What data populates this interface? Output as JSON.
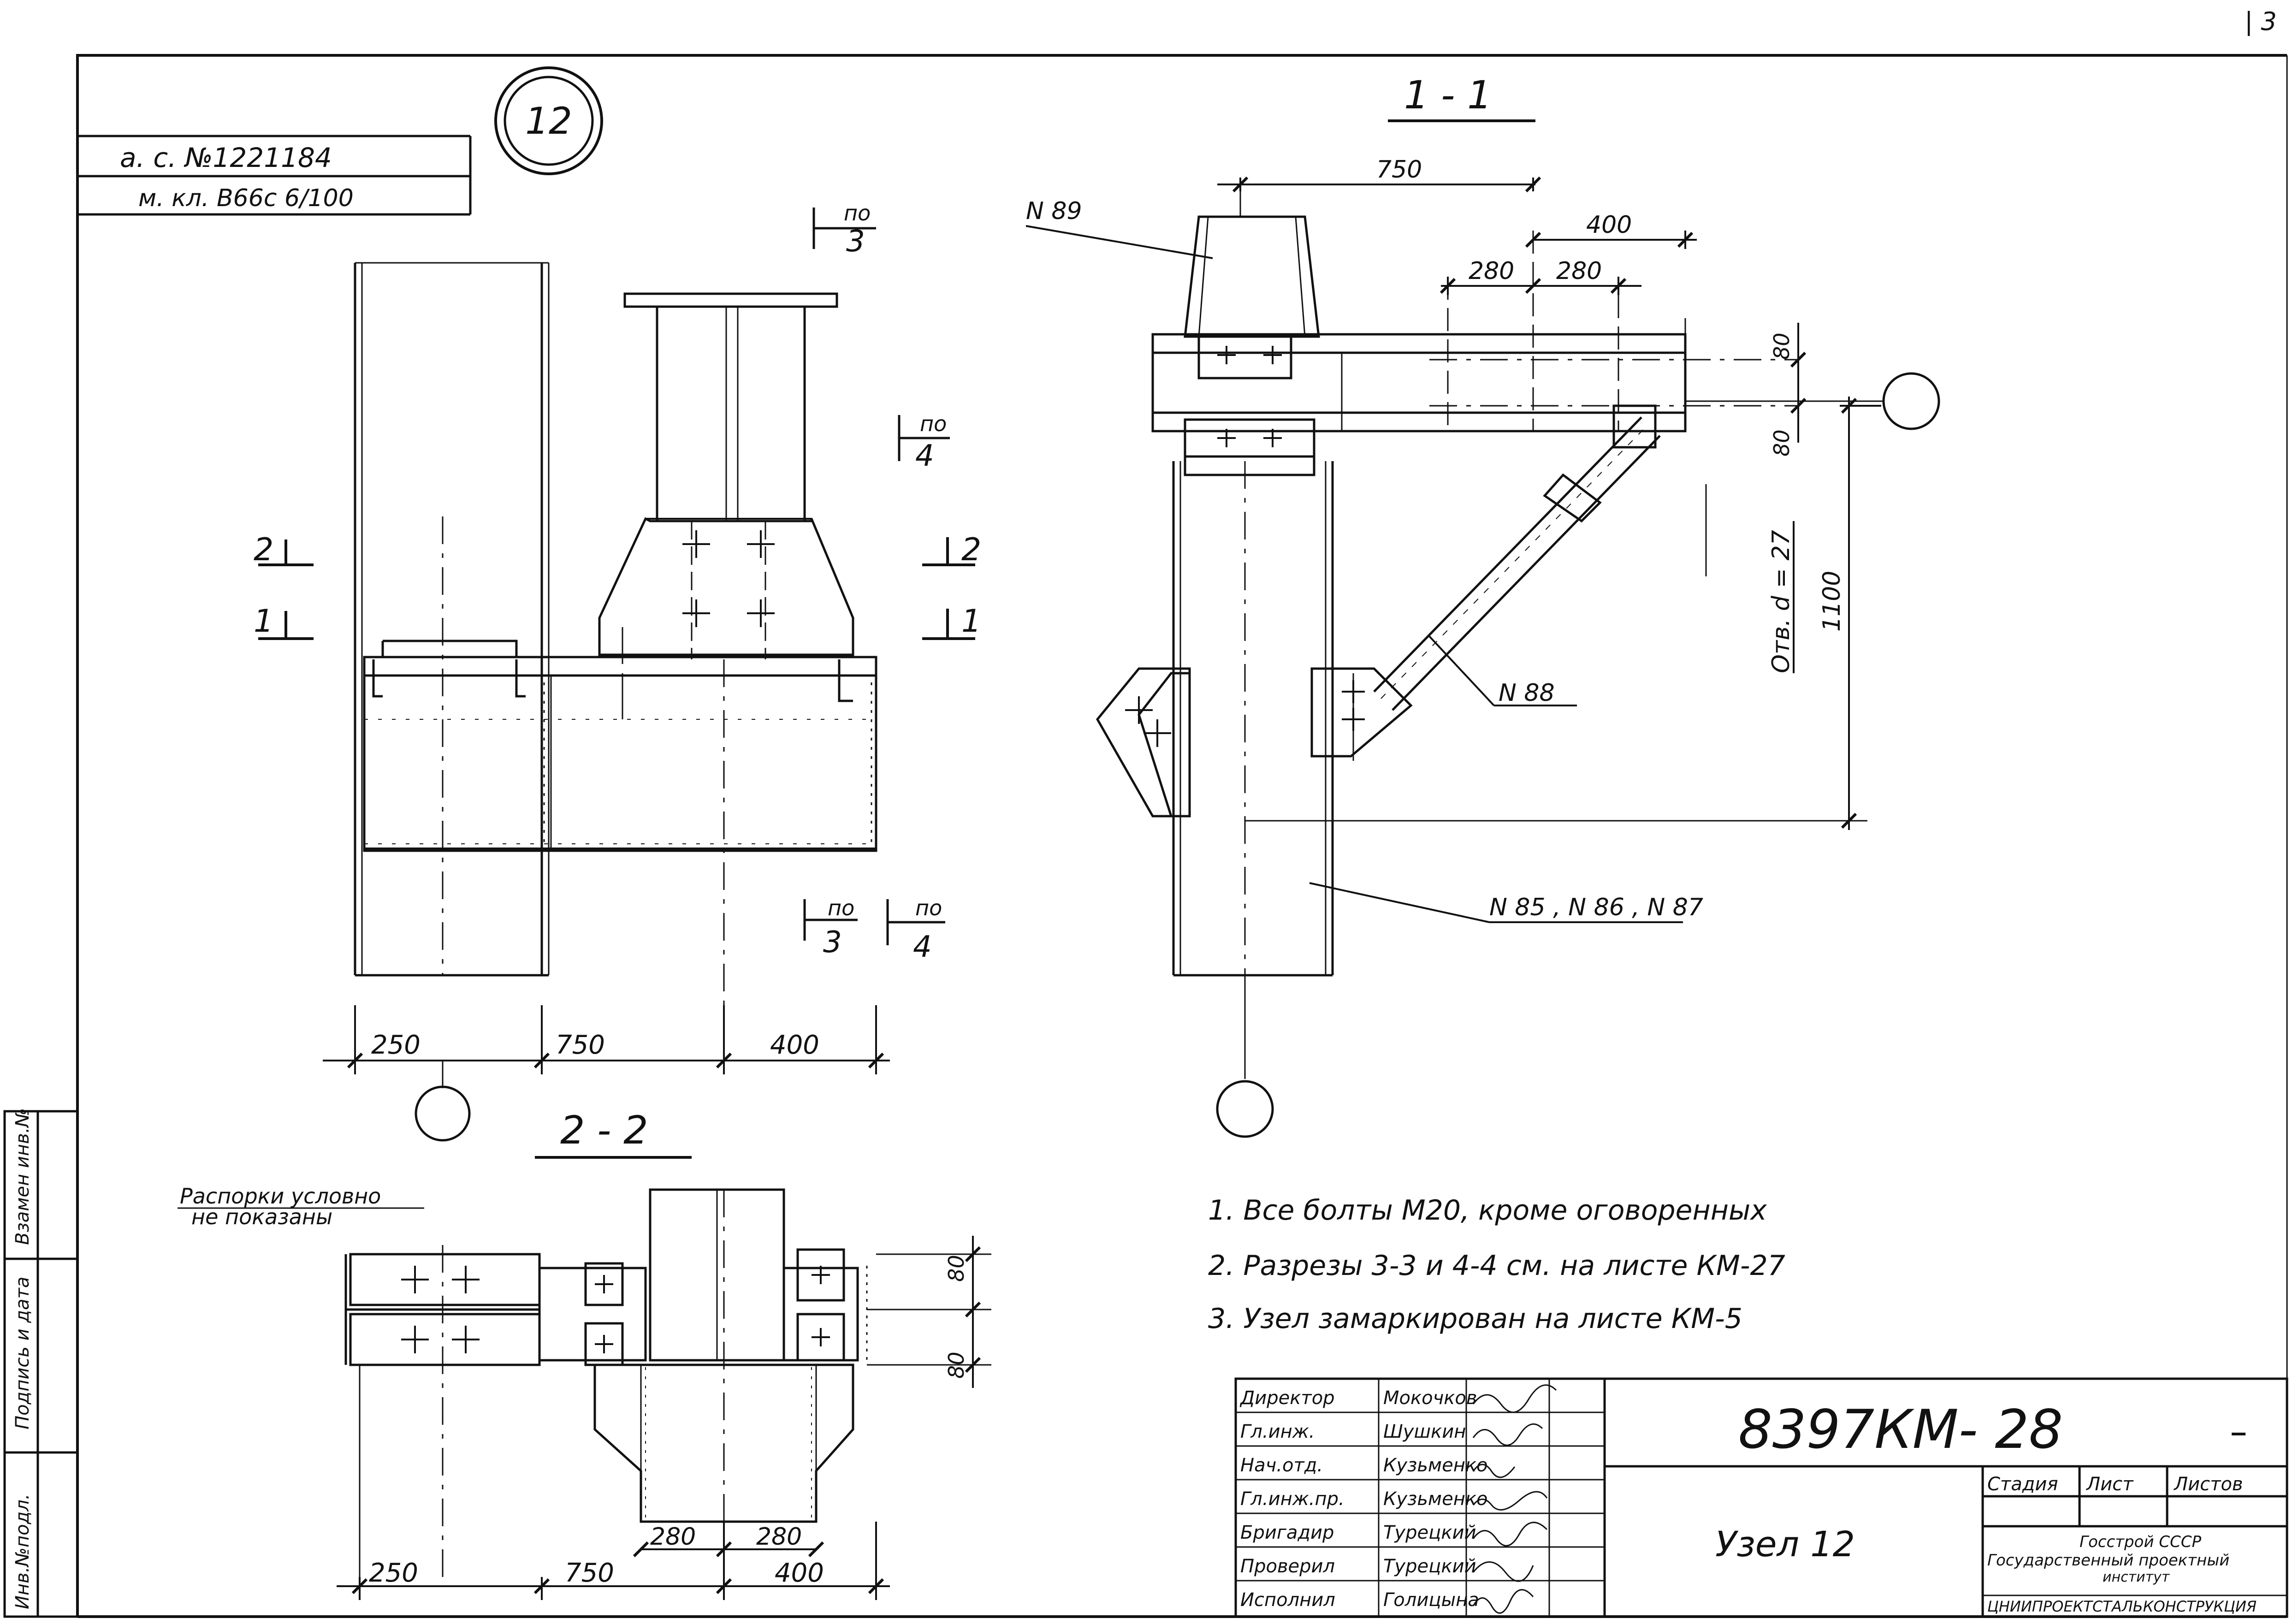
{
  "sheet": {
    "corner_mark": "| 3",
    "node_number": "12",
    "ref_lines": [
      "а. с. №1221184",
      "м. кл. В66с 6/100"
    ],
    "side_stamp": [
      "Инв.№подл.",
      "Подпись и дата",
      "Взамен инв.№"
    ]
  },
  "views": {
    "section_1_1": "1 - 1",
    "section_2_2": "2 - 2",
    "cut_markers": [
      {
        "num": "2",
        "side": "left"
      },
      {
        "num": "1",
        "side": "left"
      },
      {
        "num": "2",
        "side": "right"
      },
      {
        "num": "1",
        "side": "right"
      }
    ],
    "refs": [
      {
        "top": "по",
        "bottom": "3"
      },
      {
        "top": "по",
        "bottom": "4"
      },
      {
        "top": "по",
        "bottom": "3"
      },
      {
        "top": "по",
        "bottom": "4"
      }
    ]
  },
  "dimensions": {
    "elevation_bottom": [
      "250",
      "750",
      "400"
    ],
    "section_top": [
      "750",
      "400",
      "280",
      "280"
    ],
    "section_side": [
      "80",
      "80",
      "1100"
    ],
    "plan_side": [
      "80",
      "80"
    ],
    "plan_bottom": [
      "250",
      "750",
      "400",
      "280",
      "280"
    ]
  },
  "labels": {
    "n89": "N 89",
    "n88": "N 88",
    "n85_87": "N 85 , N 86 , N 87",
    "hole": "Отв. d = 27",
    "braces_note": [
      "Распорки условно",
      "не показаны"
    ]
  },
  "notes": [
    "1.  Все болты М20, кроме оговоренных",
    "2.  Разрезы 3-3 и 4-4  см. на  листе  КМ-27",
    "3.  Узел  замаркирован на листе КМ-5"
  ],
  "title_block": {
    "doc_number": "8397КМ- 28",
    "title": "Узел 12",
    "cells": [
      "Стадия",
      "Лист",
      "Листов"
    ],
    "org": [
      "Госстрой СССР",
      "Государственный проектный",
      "институт",
      "ЦНИИПРОЕКТСТАЛЬКОНСТРУКЦИЯ"
    ],
    "people": [
      {
        "role": "Директор",
        "name": "Мокочков"
      },
      {
        "role": "Гл.инж.",
        "name": "Шушкин"
      },
      {
        "role": "Нач.отд.",
        "name": "Кузьменко"
      },
      {
        "role": "Гл.инж.пр.",
        "name": "Кузьменко"
      },
      {
        "role": "Бригадир",
        "name": "Турецкий"
      },
      {
        "role": "Проверил",
        "name": "Турецкий"
      },
      {
        "role": "Исполнил",
        "name": "Голицына"
      }
    ]
  }
}
